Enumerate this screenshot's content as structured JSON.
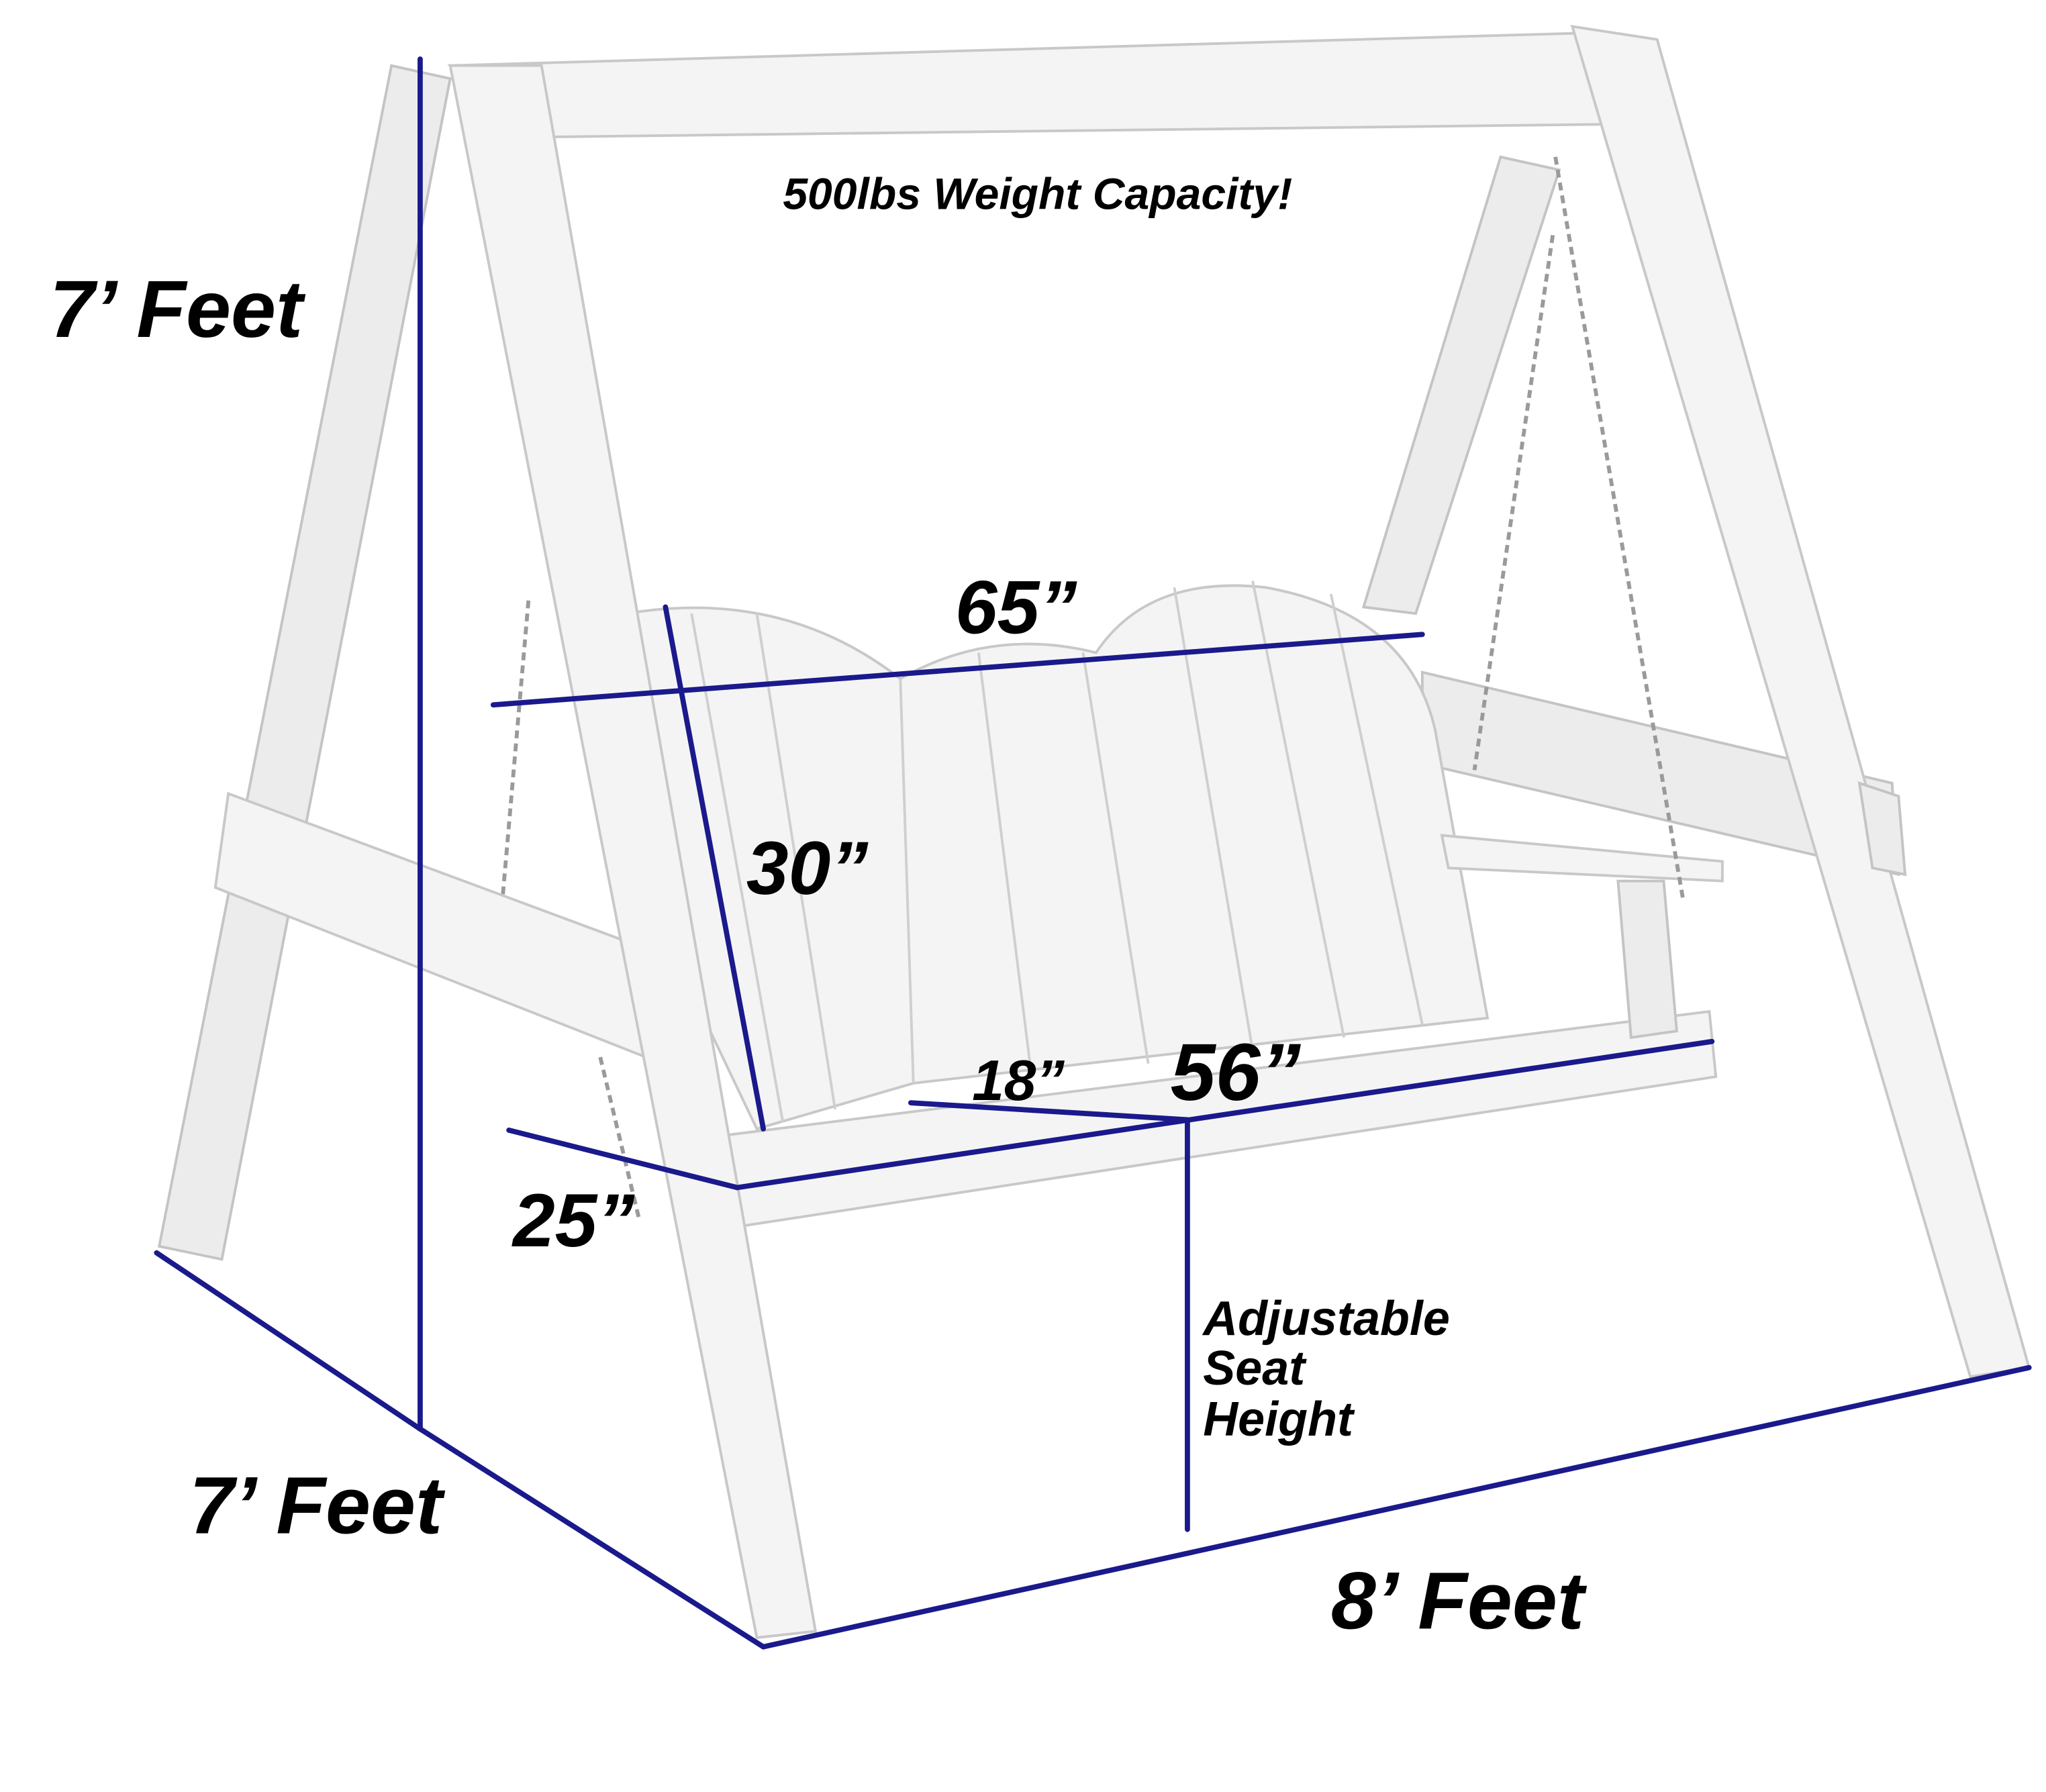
{
  "title": "500lbs Weight Capacity!",
  "dimensions": {
    "frame_height": "7’ Feet",
    "frame_depth": "7’ Feet",
    "frame_width": "8’ Feet",
    "seat_back_width": "65”",
    "back_height": "30”",
    "seat_width": "56”",
    "seat_depth": "25”",
    "seat_depth_inner": "18”"
  },
  "seat_height_label": [
    "Adjustable",
    "Seat",
    "Height"
  ],
  "colors": {
    "dimension_line": "#1a1a8c",
    "text": "#000000"
  }
}
